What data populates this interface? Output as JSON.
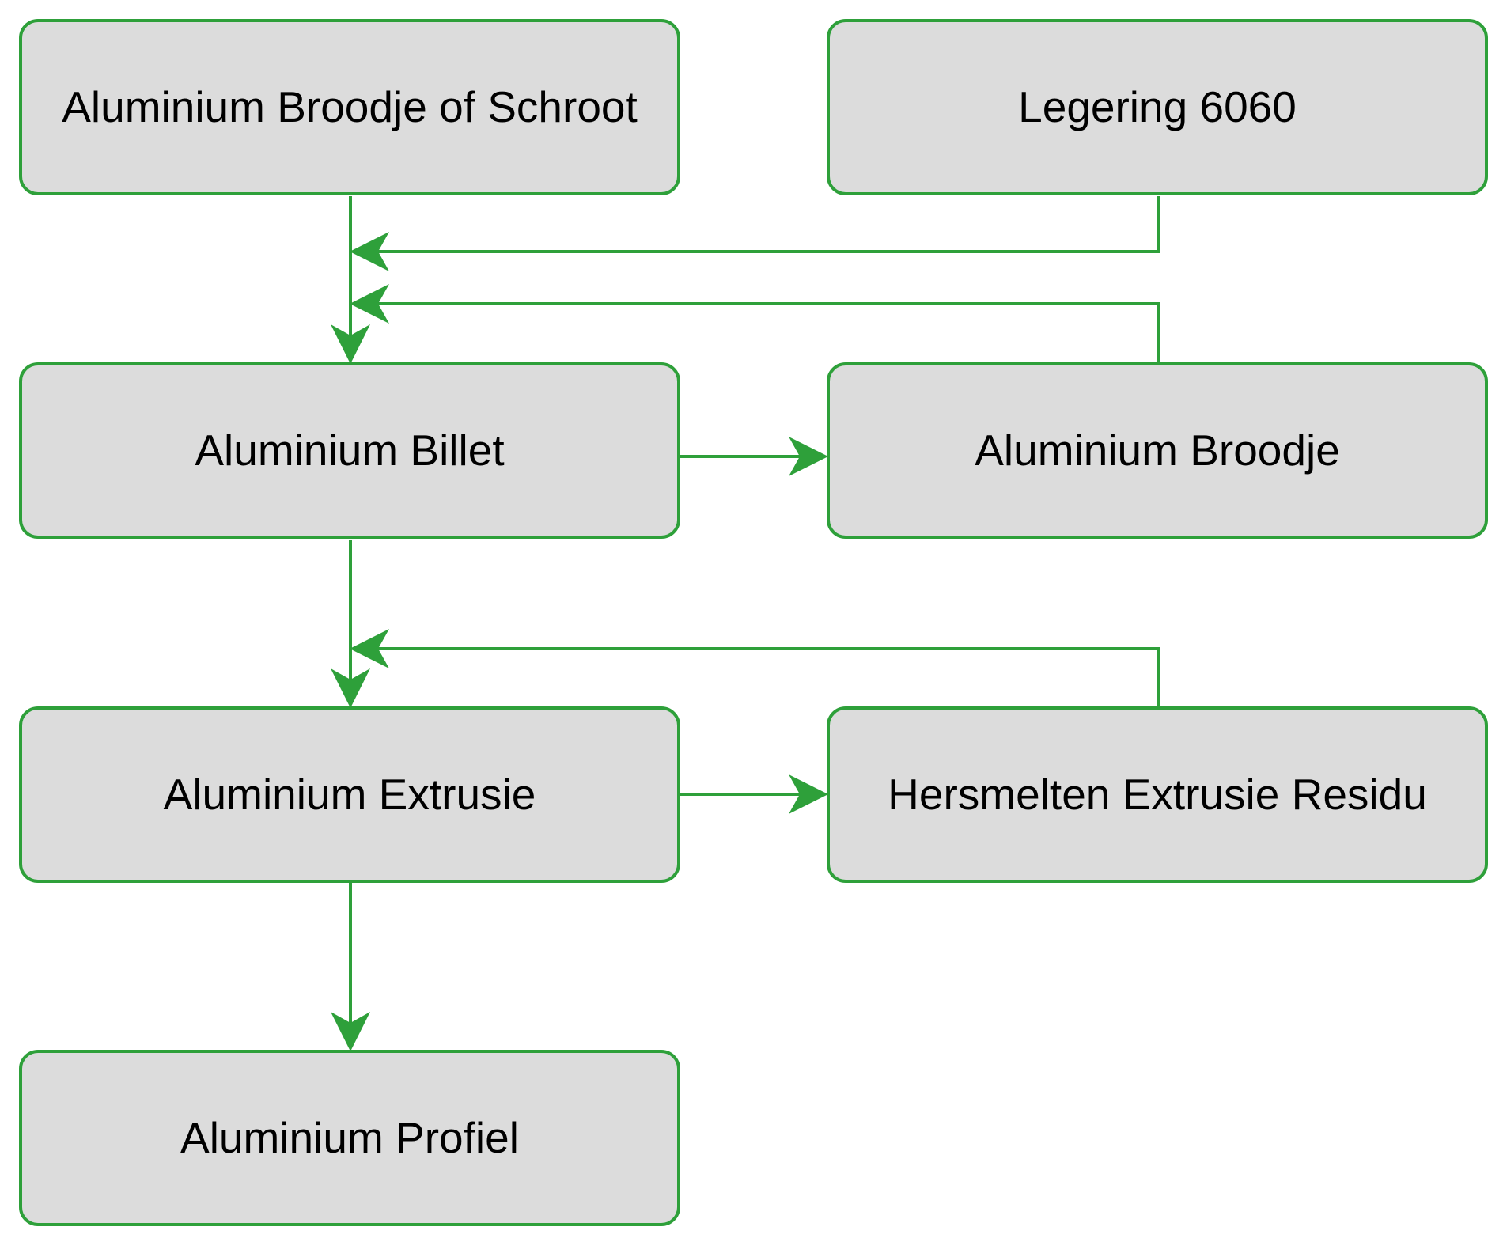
{
  "colors": {
    "node_fill": "#dcdcdc",
    "stroke": "#2ea03a",
    "text": "#000000"
  },
  "nodes": {
    "schroot": "Aluminium Broodje of Schroot",
    "legering": "Legering 6060",
    "billet": "Aluminium Billet",
    "broodje": "Aluminium Broodje",
    "extrusie": "Aluminium Extrusie",
    "residu": "Hersmelten Extrusie Residu",
    "profiel": "Aluminium Profiel"
  },
  "edges": [
    {
      "from": "schroot",
      "to": "billet"
    },
    {
      "from": "legering",
      "to": "billet"
    },
    {
      "from": "broodje",
      "to": "billet"
    },
    {
      "from": "billet",
      "to": "broodje"
    },
    {
      "from": "billet",
      "to": "extrusie"
    },
    {
      "from": "residu",
      "to": "extrusie"
    },
    {
      "from": "extrusie",
      "to": "residu"
    },
    {
      "from": "extrusie",
      "to": "profiel"
    }
  ]
}
